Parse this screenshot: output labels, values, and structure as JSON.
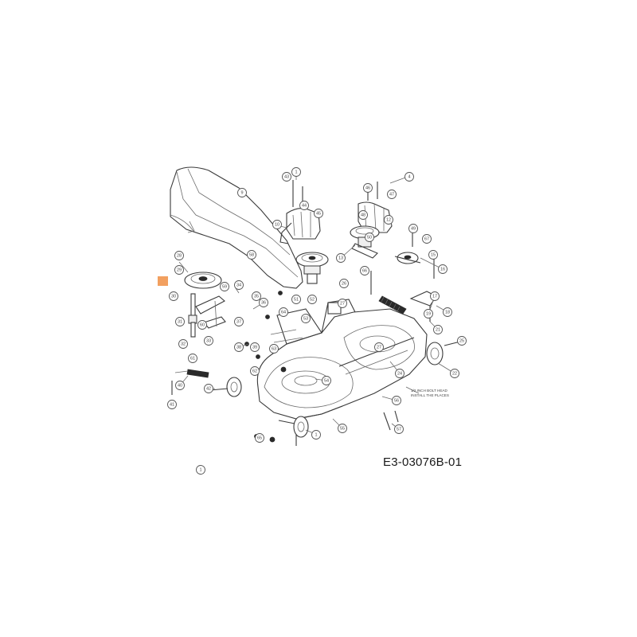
{
  "diagram": {
    "ref_code": "E3-03076B-01",
    "highlight_color": "#f2a060",
    "note_text": "1/2 INCH BOLT HEAD\nINSTALL THE PLACES",
    "callouts": [
      "1",
      "1",
      "1",
      "4",
      "9",
      "10",
      "12",
      "13",
      "15",
      "16",
      "17",
      "18",
      "19",
      "21",
      "22",
      "24",
      "25",
      "26",
      "27",
      "27",
      "28",
      "29",
      "30",
      "31",
      "32",
      "33",
      "34",
      "35",
      "36",
      "37",
      "38",
      "39",
      "40",
      "41",
      "42",
      "43",
      "44",
      "45",
      "46",
      "47",
      "48",
      "49",
      "50",
      "51",
      "52",
      "53",
      "54",
      "55",
      "56",
      "57",
      "58",
      "59",
      "60",
      "61",
      "62",
      "63",
      "64",
      "65",
      "66",
      "67"
    ]
  }
}
